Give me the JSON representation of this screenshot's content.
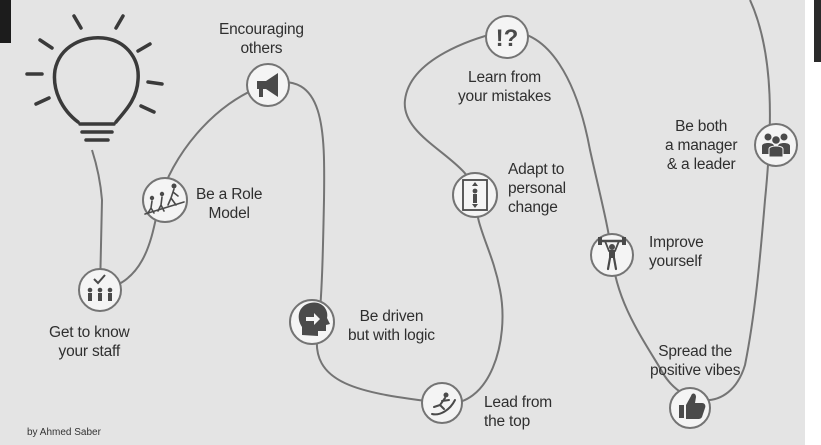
{
  "steps": [
    {
      "id": "know-staff",
      "lines": [
        "Get to know",
        "your staff"
      ],
      "icon": "staff-check-icon"
    },
    {
      "id": "role-model",
      "lines": [
        "Be a Role",
        "Model"
      ],
      "icon": "role-model-icon"
    },
    {
      "id": "encouraging",
      "lines": [
        "Encouraging",
        "others"
      ],
      "icon": "megaphone-icon"
    },
    {
      "id": "driven",
      "lines": [
        "Be driven",
        "but with logic"
      ],
      "icon": "head-arrow-icon"
    },
    {
      "id": "lead-top",
      "lines": [
        "Lead from",
        "the top"
      ],
      "icon": "climber-icon"
    },
    {
      "id": "adapt",
      "lines": [
        "Adapt to",
        "personal",
        "change"
      ],
      "icon": "person-arrows-icon"
    },
    {
      "id": "mistakes",
      "lines": [
        "Learn from",
        "your mistakes"
      ],
      "icon": "exclaim-question-icon"
    },
    {
      "id": "improve",
      "lines": [
        "Improve",
        "yourself"
      ],
      "icon": "weightlifter-icon"
    },
    {
      "id": "positive",
      "lines": [
        "Spread the",
        "positive vibes"
      ],
      "icon": "thumbs-up-icon"
    },
    {
      "id": "manager",
      "lines": [
        "Be both",
        "a manager",
        "& a leader"
      ],
      "icon": "people-group-icon"
    }
  ],
  "credit": "by Ahmed Saber",
  "colors": {
    "line": "#747474",
    "icon": "#4a4a4a",
    "node": "#f4f4f4",
    "text": "#2f2f2f"
  }
}
